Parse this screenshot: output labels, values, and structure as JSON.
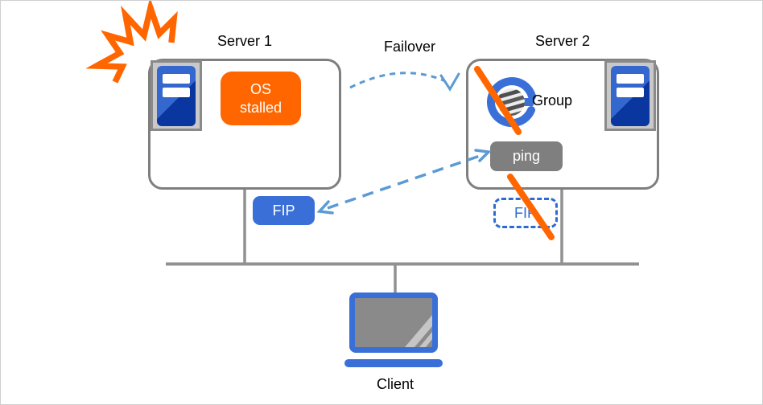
{
  "diagram": {
    "failover_label": "Failover",
    "client_label": "Client",
    "server1": {
      "title": "Server 1",
      "status_badge": "OS stalled",
      "fip_badge": "FIP"
    },
    "server2": {
      "title": "Server 2",
      "group_label": "Group",
      "ping_badge": "ping",
      "fip_badge": "FIP"
    },
    "colors": {
      "alert_orange": "#ff6600",
      "primary_blue": "#3a6fd8",
      "dashed_fip_blue": "#2e6bd0",
      "arrow_blue": "#5b9bd5",
      "shape_gray": "#7f7f7f",
      "network_gray": "#919191"
    },
    "icons": {
      "crash": "crash-burst-zigzag",
      "server": "server-tower",
      "group": "circular-g-globe-crossed-out",
      "ping_arrow": "double-headed-dashed-arrow",
      "failover_arrow": "curved-dashed-arrow",
      "slash": "orange-cross-out",
      "client": "laptop"
    }
  }
}
